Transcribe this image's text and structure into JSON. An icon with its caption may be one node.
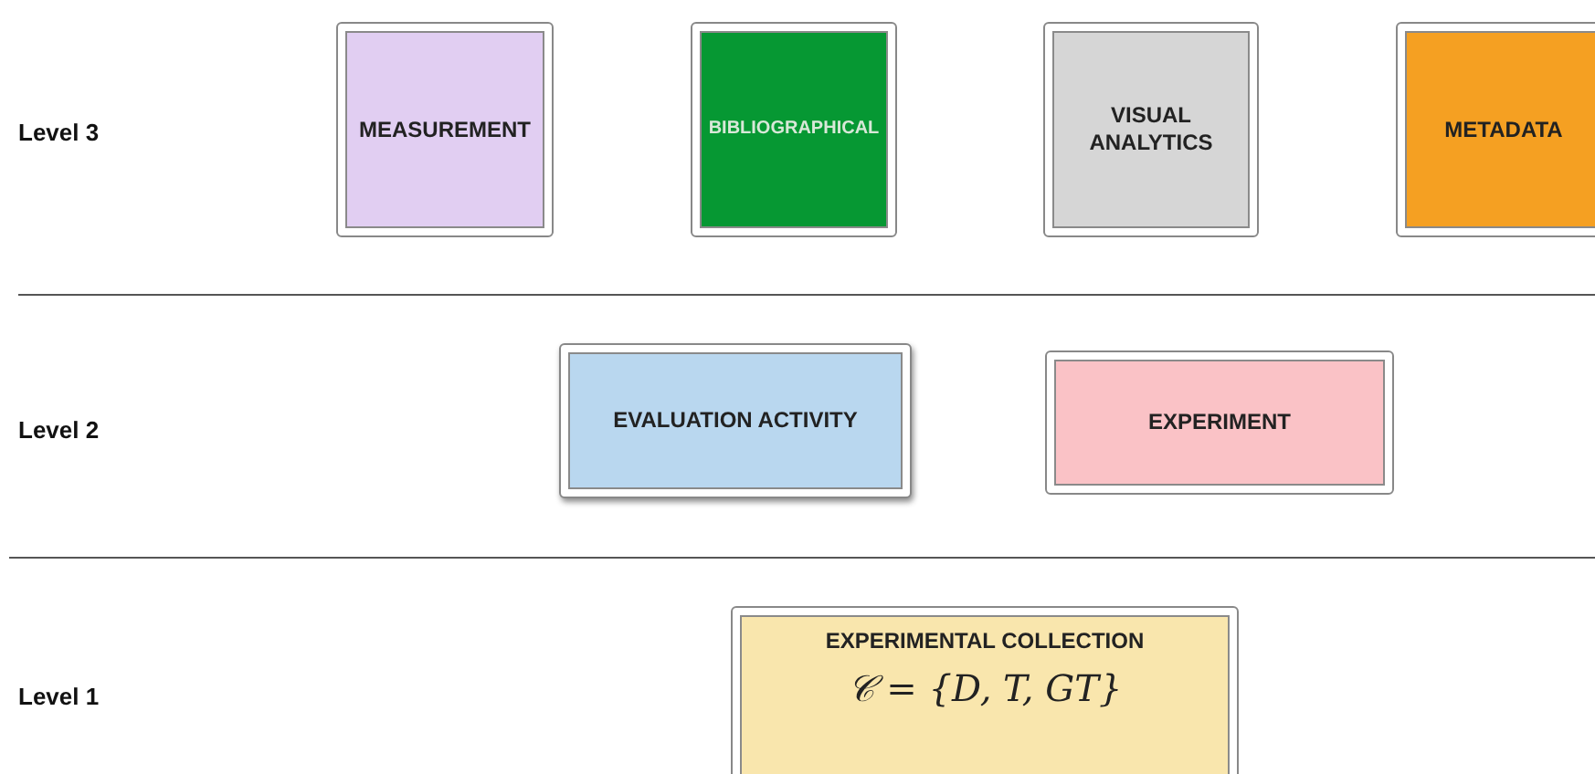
{
  "diagram": {
    "nodes": [
      {
        "text": [
          "MEASUREMENT"
        ]
      },
      {
        "text": [
          "BIBLIOGRAPHICAL"
        ]
      },
      {
        "text": [
          "VISUAL ANALYTICS"
        ]
      },
      {
        "text": [
          "METADATA"
        ]
      },
      {
        "text": [
          "EVALUATION ACTIVITY"
        ]
      },
      {
        "text": [
          "EXPERIMENT"
        ]
      },
      {
        "text": [
          "EXPERIMENTAL COLLECTION",
          "𝒞 = {D, T, GT}"
        ]
      }
    ],
    "labels": [
      "Level 3",
      "Level 2",
      "Level 1"
    ]
  }
}
